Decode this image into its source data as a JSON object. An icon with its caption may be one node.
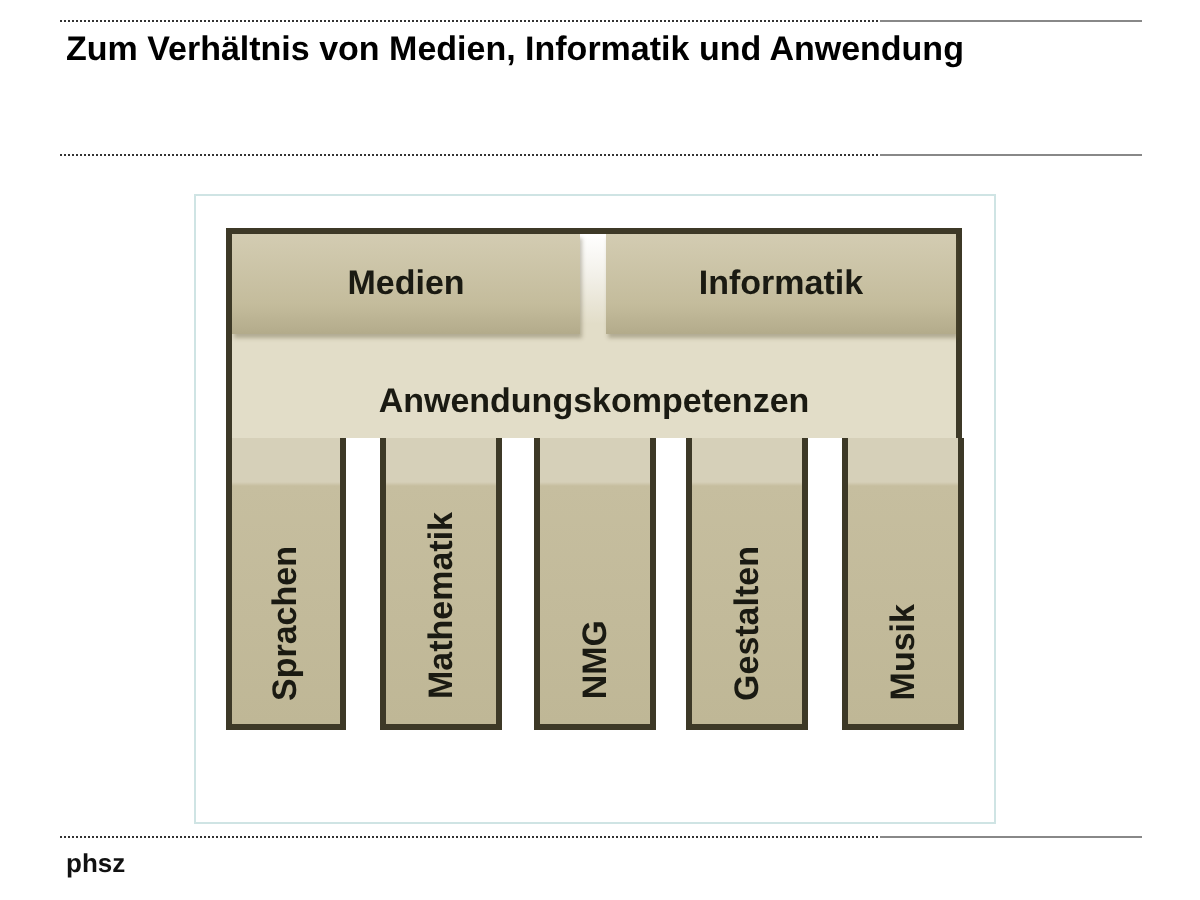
{
  "diagram": {
    "title": "Zum Verhältnis von Medien, Informatik und Anwendung",
    "nodes": [
      {
        "text": [
          "Anwendungskompetenzen"
        ]
      },
      {
        "text": [
          "Medien"
        ],
        "in": 0
      },
      {
        "text": [
          "Informatik"
        ],
        "in": 0
      },
      {
        "text": [
          "Sprachen"
        ]
      },
      {
        "text": [
          "Mathematik"
        ]
      },
      {
        "text": [
          "NMG"
        ]
      },
      {
        "text": [
          "Gestalten"
        ]
      },
      {
        "text": [
          "Musik"
        ]
      }
    ],
    "labels": [
      "phsz"
    ]
  }
}
